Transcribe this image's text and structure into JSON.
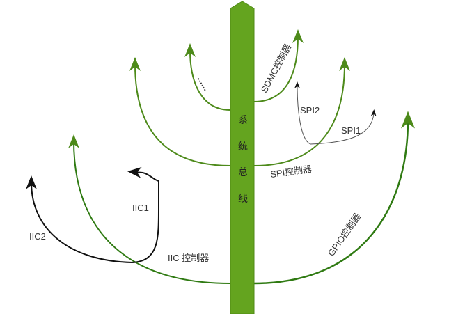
{
  "colors": {
    "bus": "#64a41f",
    "branch": "#4d8a1a",
    "dark_branch": "#2f7a12",
    "black": "#111111",
    "gray": "#555555"
  },
  "bus": {
    "chars": [
      "系",
      "统",
      "总",
      "线"
    ]
  },
  "labels": {
    "sdmc": "SDMC控制器",
    "ellipsis": "......",
    "spi2": "SPI2",
    "spi1": "SPI1",
    "spi_ctrl": "SPI控制器",
    "iic1": "IIC1",
    "iic2": "IIC2",
    "iic_ctrl": "IIC 控制器",
    "gpio_ctrl": "GPIO控制器"
  }
}
